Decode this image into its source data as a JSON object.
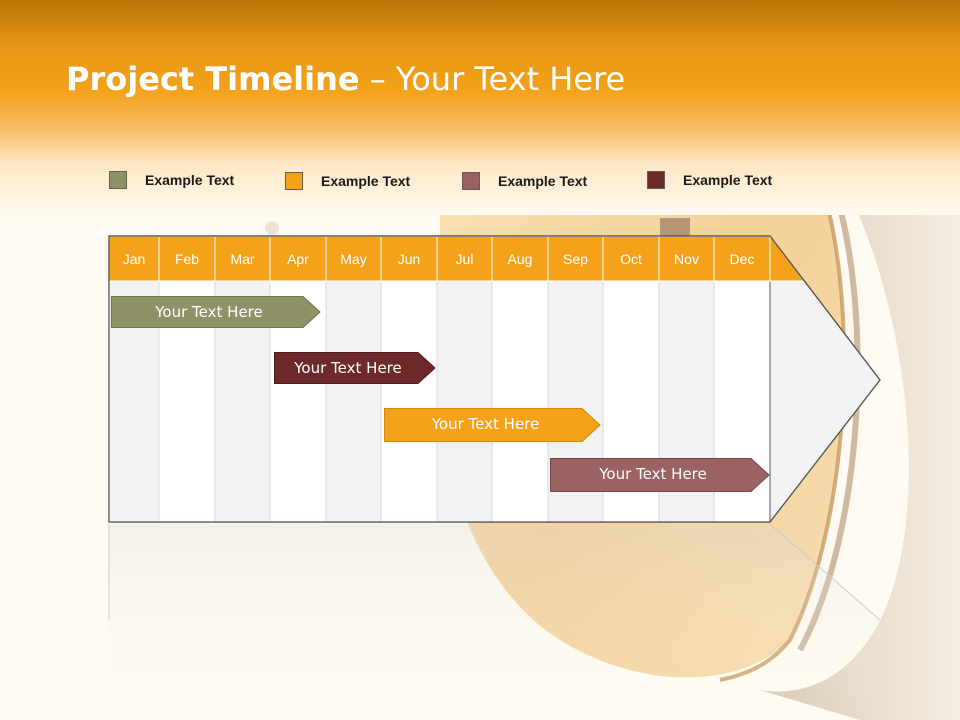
{
  "slide": {
    "title_bold": "Project Timeline",
    "title_rest": " – Your Text Here"
  },
  "colors": {
    "header": "#f3a21a",
    "olive": "#8e9266",
    "maroon": "#6d2a2a",
    "orange": "#f3a21a",
    "rose": "#9a6262",
    "grid_light": "#f2f2f2",
    "grid_white": "#ffffff"
  },
  "legend": [
    {
      "label": "Example Text",
      "color": "#8e9266"
    },
    {
      "label": "Example Text",
      "color": "#f3a21a"
    },
    {
      "label": "Example Text",
      "color": "#9a6262"
    },
    {
      "label": "Example Text",
      "color": "#6d2a2a"
    }
  ],
  "months": [
    "Jan",
    "Feb",
    "Mar",
    "Apr",
    "May",
    "Jun",
    "Jul",
    "Aug",
    "Sep",
    "Oct",
    "Nov",
    "Dec"
  ],
  "tasks": [
    {
      "label": "Your  Text Here",
      "color": "#8e9266"
    },
    {
      "label": "Your  Text Here",
      "color": "#6d2a2a"
    },
    {
      "label": "Your  Text Here",
      "color": "#f3a21a"
    },
    {
      "label": "Your  Text Here",
      "color": "#9a6262"
    }
  ]
}
